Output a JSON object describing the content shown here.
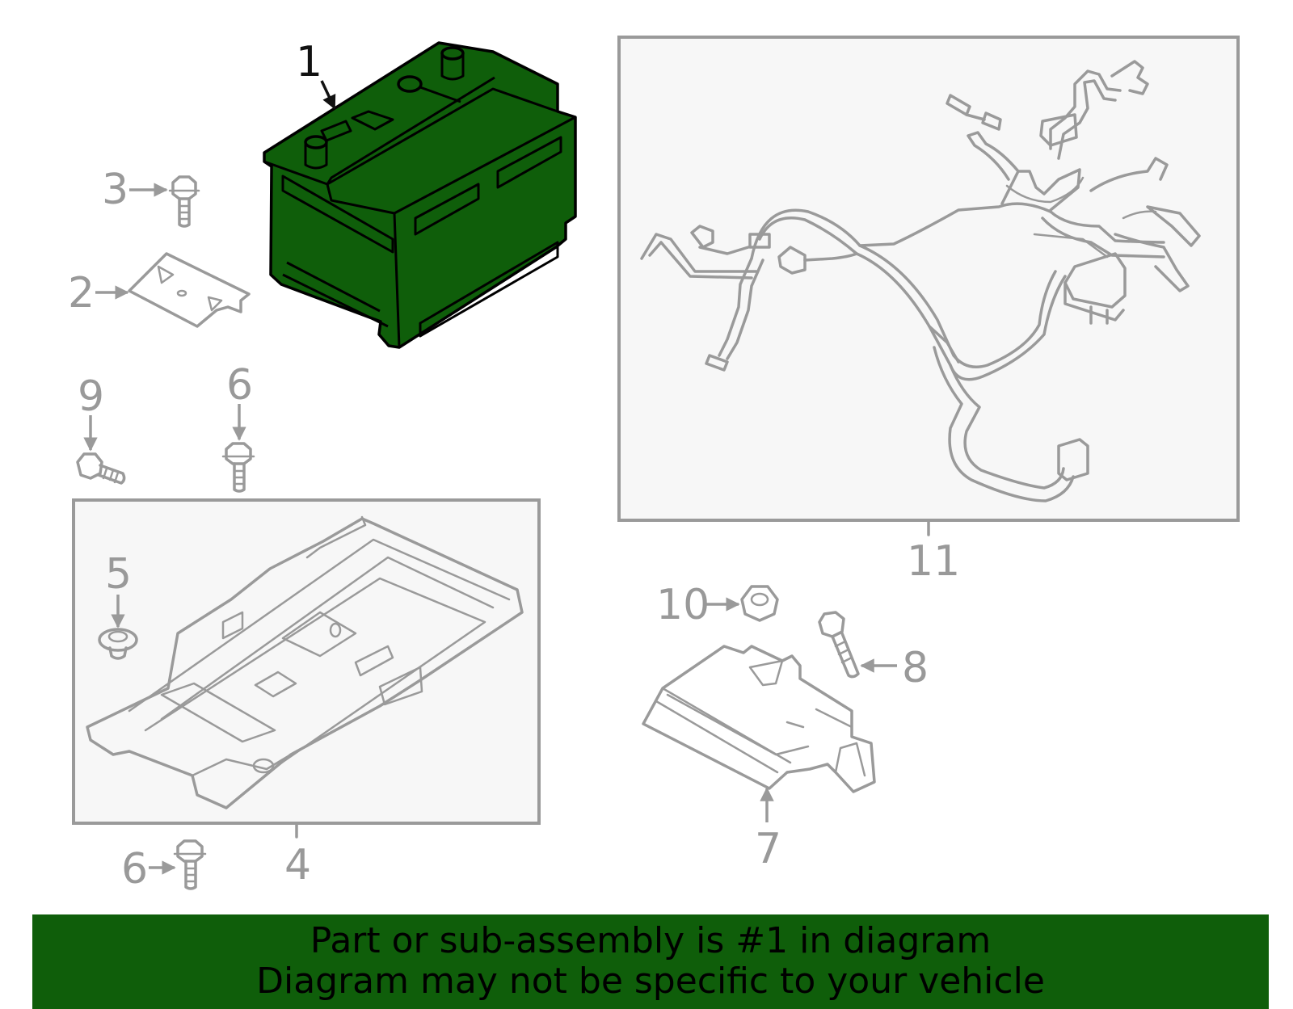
{
  "diagram": {
    "highlighted_part": "1",
    "callouts": {
      "c1": "1",
      "c2": "2",
      "c3": "3",
      "c4": "4",
      "c5": "5",
      "c6a": "6",
      "c6b": "6",
      "c7": "7",
      "c8": "8",
      "c9": "9",
      "c10": "10",
      "c11": "11"
    },
    "colors": {
      "highlight": "#0f5e0a",
      "parts": "#9a9a9a",
      "box_fill": "#f7f7f7"
    }
  },
  "banner": {
    "line1": "Part or sub-assembly is #1 in diagram",
    "line2": "Diagram may not be specific to your vehicle"
  }
}
